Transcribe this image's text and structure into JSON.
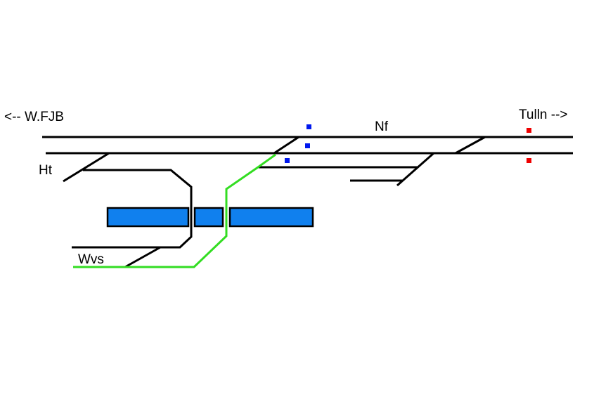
{
  "labels": {
    "west_direction": "<-- W.FJB",
    "east_direction": "Tulln -->",
    "nf": "Nf",
    "ht": "Ht",
    "wvs": "Wvs"
  },
  "colors": {
    "background": "#ffffff",
    "track": "#000000",
    "highlight_track": "#33dd22",
    "platform_fill": "#1080ee",
    "platform_stroke": "#000000",
    "signal_blue": "#0018ee",
    "signal_red": "#ee0000"
  }
}
